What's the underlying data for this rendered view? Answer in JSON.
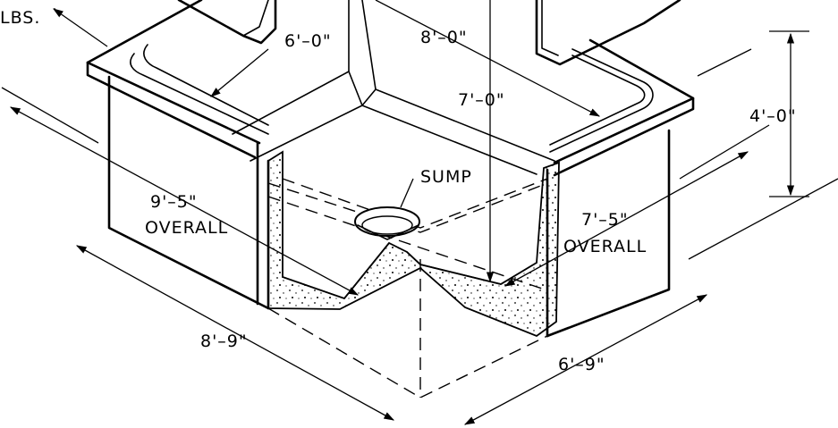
{
  "labels": {
    "lbs": "LBS.",
    "top_inner_left": "6'–0\"",
    "top_inner_right": "8'–0\"",
    "depth_inner": "7'–0\"",
    "height": "4'–0\"",
    "overall_left_dim": "9'–5\"",
    "overall_left_word": "OVERALL",
    "overall_right_dim": "7'–5\"",
    "overall_right_word": "OVERALL",
    "sump": "SUMP",
    "bottom_left": "8'–9\"",
    "bottom_right": "6'–9\""
  },
  "colors": {
    "line": "#000000",
    "background": "#ffffff"
  }
}
